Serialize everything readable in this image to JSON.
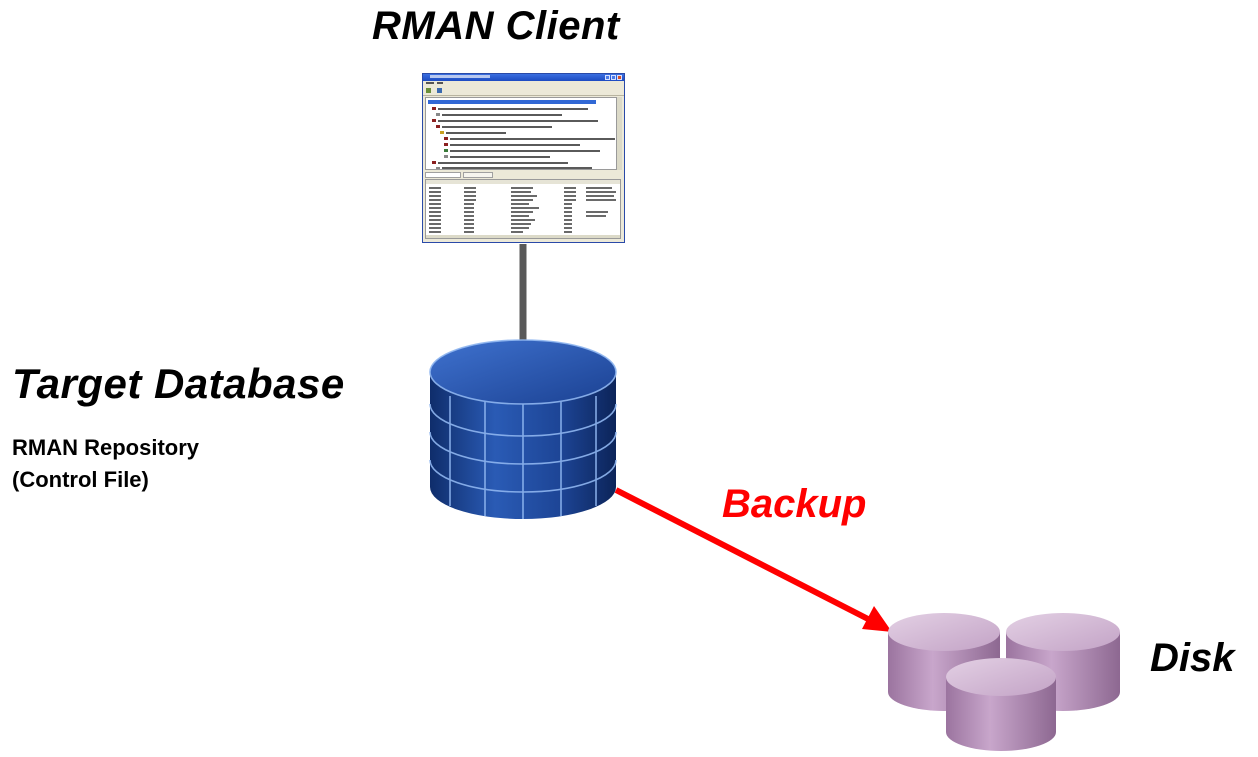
{
  "labels": {
    "client": "RMAN Client",
    "target": "Target Database",
    "repository_line1": "RMAN Repository",
    "repository_line2": "(Control File)",
    "backup": "Backup",
    "disk": "Disk"
  },
  "colors": {
    "connector": "#595959",
    "arrow": "#ff0000",
    "database_fill": "#1d4a9a",
    "database_grid": "#8fb6f0",
    "disk_fill": "#b994bd",
    "disk_top": "#d7bfd8"
  },
  "icons": {
    "client": "application-window-screenshot",
    "target": "database-cylinder-icon",
    "disk": "disk-cylinder-icon"
  }
}
